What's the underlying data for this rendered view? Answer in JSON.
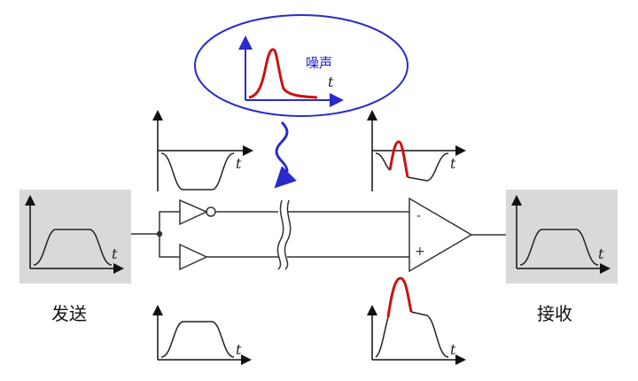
{
  "labels": {
    "send": "发送",
    "receive": "接收",
    "noise": "噪声",
    "time_axis": "t",
    "minus": "-",
    "plus": "+"
  },
  "colors": {
    "signal": "#222222",
    "noise": "#cc1111",
    "ellipse": "#2a2acc",
    "box_fill": "#d9d9d9"
  },
  "icons": [
    "twisted-pair-break-icon",
    "noise-coupling-arrow-icon",
    "differential-amplifier-icon",
    "inverter-buffer-icon",
    "buffer-icon"
  ]
}
